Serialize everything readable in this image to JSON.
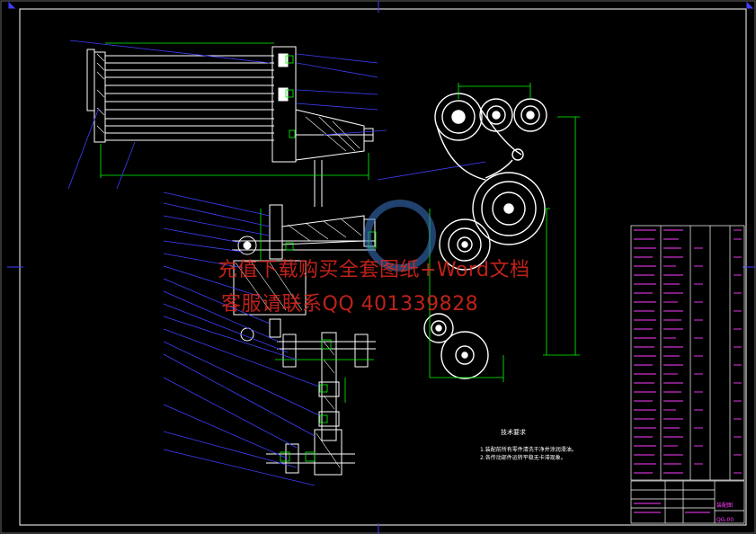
{
  "watermark": {
    "line1": "充值下载购买全套图纸+Word文档",
    "line2": "客服请联系QQ 401339828"
  },
  "technical_requirements": {
    "title": "技术要求",
    "lines": [
      "1.装配前所有零件清洗干净并涂润滑油。",
      "2.各传动部件运转平稳无卡滞现象。"
    ]
  },
  "title_block": {
    "drawing_name": "装配图",
    "drawing_code": "QG-00"
  },
  "colors": {
    "background": "#000000",
    "frame": "#ffffff",
    "part_lines": "#ffffff",
    "leader_lines": "#3f3fff",
    "dimension_lines": "#00ff00",
    "watermark": "#e0281e",
    "title_text": "#ff3cff"
  }
}
